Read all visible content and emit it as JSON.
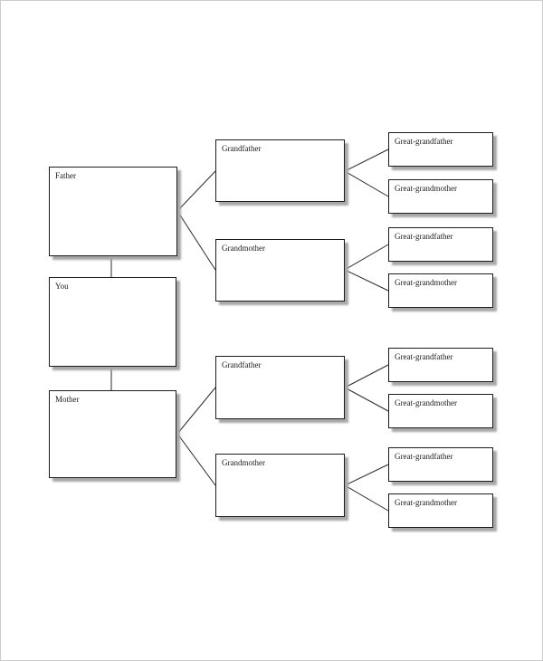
{
  "colors": {
    "page_background": "#ffffff",
    "page_border": "#cccccc",
    "box_fill": "#ffffff",
    "box_border": "#1c1c1c",
    "box_shadow": "#a8a8a8",
    "connector_line": "#2b2b2b",
    "label_text": "#1a1a1a"
  },
  "nodes": {
    "father": "Father",
    "you": "You",
    "mother": "Mother",
    "paternal_grandfather": "Grandfather",
    "paternal_grandmother": "Grandmother",
    "maternal_grandfather": "Grandfather",
    "maternal_grandmother": "Grandmother",
    "paternal_paternal_great_grandfather": "Great-grandfather",
    "paternal_paternal_great_grandmother": "Great-grandmother",
    "paternal_maternal_great_grandfather": "Great-grandfather",
    "paternal_maternal_great_grandmother": "Great-grandmother",
    "maternal_paternal_great_grandfather": "Great-grandfather",
    "maternal_paternal_great_grandmother": "Great-grandmother",
    "maternal_maternal_great_grandfather": "Great-grandfather",
    "maternal_maternal_great_grandmother": "Great-grandmother"
  },
  "edges": [
    {
      "from": "father",
      "to": "you"
    },
    {
      "from": "you",
      "to": "mother"
    },
    {
      "from": "father",
      "to": "paternal_grandfather"
    },
    {
      "from": "father",
      "to": "paternal_grandmother"
    },
    {
      "from": "mother",
      "to": "maternal_grandfather"
    },
    {
      "from": "mother",
      "to": "maternal_grandmother"
    },
    {
      "from": "paternal_grandfather",
      "to": "paternal_paternal_great_grandfather"
    },
    {
      "from": "paternal_grandfather",
      "to": "paternal_paternal_great_grandmother"
    },
    {
      "from": "paternal_grandmother",
      "to": "paternal_maternal_great_grandfather"
    },
    {
      "from": "paternal_grandmother",
      "to": "paternal_maternal_great_grandmother"
    },
    {
      "from": "maternal_grandfather",
      "to": "maternal_paternal_great_grandfather"
    },
    {
      "from": "maternal_grandfather",
      "to": "maternal_paternal_great_grandmother"
    },
    {
      "from": "maternal_grandmother",
      "to": "maternal_maternal_great_grandfather"
    },
    {
      "from": "maternal_grandmother",
      "to": "maternal_maternal_great_grandmother"
    }
  ]
}
